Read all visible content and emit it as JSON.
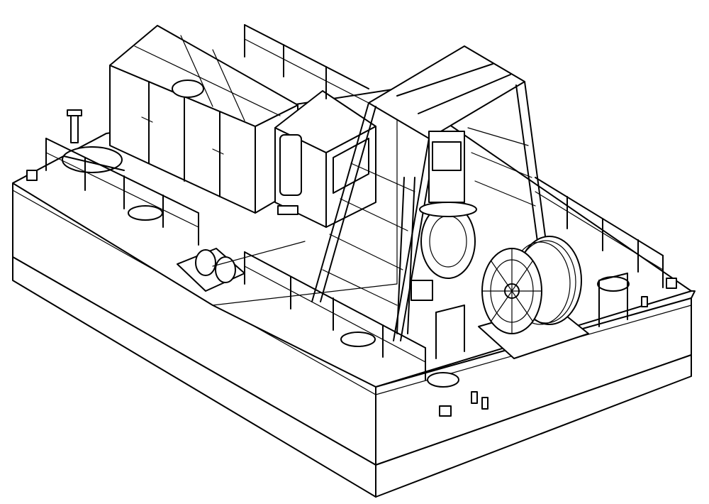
{
  "drawing": {
    "subject": "dredger-barge-line-drawing",
    "style": "black-on-white isometric technical line art",
    "colors": {
      "line": "#000000",
      "background": "#ffffff"
    },
    "components": [
      "pontoon-hull",
      "engine-room-enclosure",
      "operator-cabin",
      "a-frame-gantry",
      "cutter-ladder-pump-assembly",
      "hose-reel",
      "deck-winch",
      "safety-railings",
      "suction-pipe-valve"
    ]
  }
}
